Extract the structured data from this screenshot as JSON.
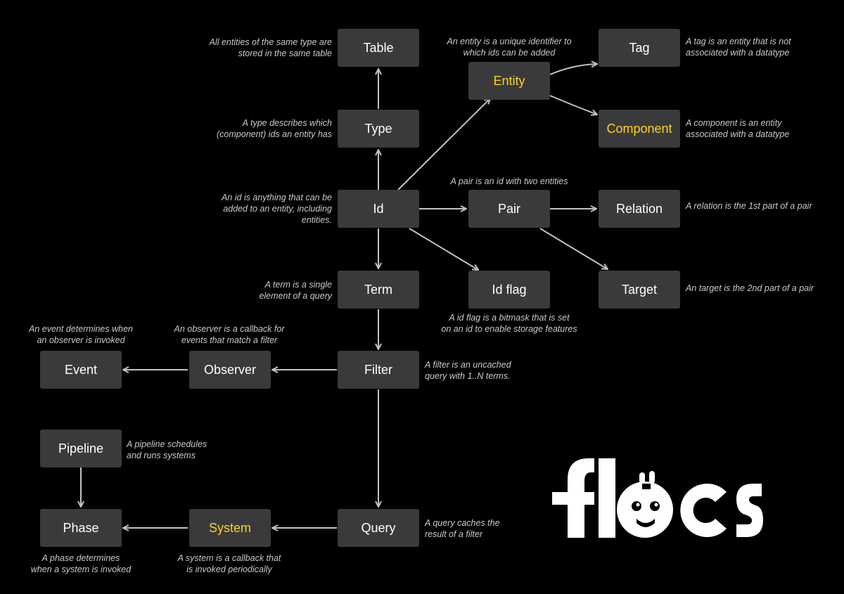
{
  "nodes": {
    "table": "Table",
    "type": "Type",
    "id": "Id",
    "term": "Term",
    "filter": "Filter",
    "query": "Query",
    "entity": "Entity",
    "tag": "Tag",
    "component": "Component",
    "pair": "Pair",
    "relation": "Relation",
    "target": "Target",
    "idflag": "Id flag",
    "event": "Event",
    "observer": "Observer",
    "pipeline": "Pipeline",
    "phase": "Phase",
    "system": "System"
  },
  "notes": {
    "table": [
      "All entities of the same type are",
      "stored in the same table"
    ],
    "type": [
      "A type describes which",
      "(component) ids an entity has"
    ],
    "id": [
      "An id is anything that can be",
      "added to an entity, including",
      "entities."
    ],
    "term": [
      "A term is  a single",
      "element of a query"
    ],
    "entity": [
      "An entity is a unique identifier to",
      "which ids can be added"
    ],
    "tag": [
      "A tag is an entity that is not",
      "associated with a datatype"
    ],
    "component": [
      "A component is an entity",
      "associated with a datatype"
    ],
    "pair": [
      "A pair is an id with two entities"
    ],
    "relation": [
      "A relation is the 1st part of a pair"
    ],
    "target": [
      "An target is the 2nd part of a pair"
    ],
    "idflag": [
      "A id flag is a bitmask that is set",
      "on an id to enable storage features"
    ],
    "event": [
      "An event determines when",
      "an observer is invoked"
    ],
    "observer": [
      "An observer is a callback for",
      "events that match a filter"
    ],
    "filter": [
      "A filter is an uncached",
      "query with 1..N terms."
    ],
    "pipeline": [
      "A pipeline schedules",
      "and runs systems"
    ],
    "query": [
      "A query caches the",
      "result of a filter"
    ],
    "phase": [
      "A phase determines",
      "when a system is invoked"
    ],
    "system": [
      "A system is a callback that",
      "is invoked periodically"
    ]
  },
  "logo": {
    "label": "flecs"
  },
  "colors": {
    "node_bg": "#3a3a3c",
    "node_text": "#ffffff",
    "highlight": "#ffd21f",
    "note": "#c9c9c9",
    "arrow": "#c2c2c2"
  }
}
